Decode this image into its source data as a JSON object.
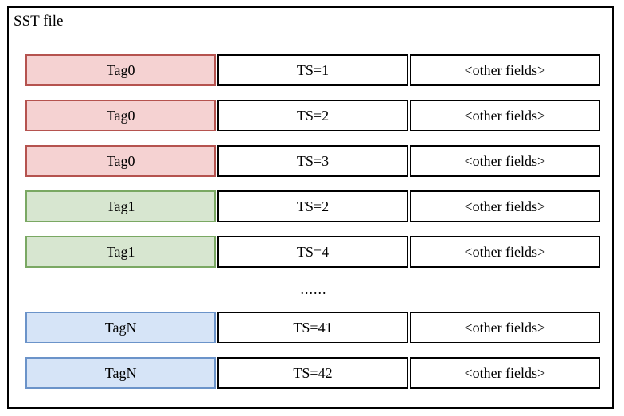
{
  "diagram": {
    "title": "SST file",
    "columns": [
      "tag",
      "timestamp",
      "other"
    ],
    "ellipsis": "......",
    "colors": {
      "tag0_fill": "#f5d2d2",
      "tag0_border": "#b5534f",
      "tag1_fill": "#d7e6d0",
      "tag1_border": "#7aa863",
      "tagN_fill": "#d6e4f7",
      "tagN_border": "#6b93c9",
      "frame_border": "#000000",
      "cell_border": "#000000",
      "background": "#ffffff",
      "text": "#000000"
    },
    "rows": [
      {
        "tag": "Tag0",
        "ts": "TS=1",
        "other": "<other fields>",
        "color": "red"
      },
      {
        "tag": "Tag0",
        "ts": "TS=2",
        "other": "<other fields>",
        "color": "red"
      },
      {
        "tag": "Tag0",
        "ts": "TS=3",
        "other": "<other fields>",
        "color": "red"
      },
      {
        "tag": "Tag1",
        "ts": "TS=2",
        "other": "<other fields>",
        "color": "green"
      },
      {
        "tag": "Tag1",
        "ts": "TS=4",
        "other": "<other fields>",
        "color": "green"
      },
      {
        "tag": "TagN",
        "ts": "TS=41",
        "other": "<other fields>",
        "color": "blue"
      },
      {
        "tag": "TagN",
        "ts": "TS=42",
        "other": "<other fields>",
        "color": "blue"
      }
    ],
    "ellipsis_after_row_index": 4
  }
}
